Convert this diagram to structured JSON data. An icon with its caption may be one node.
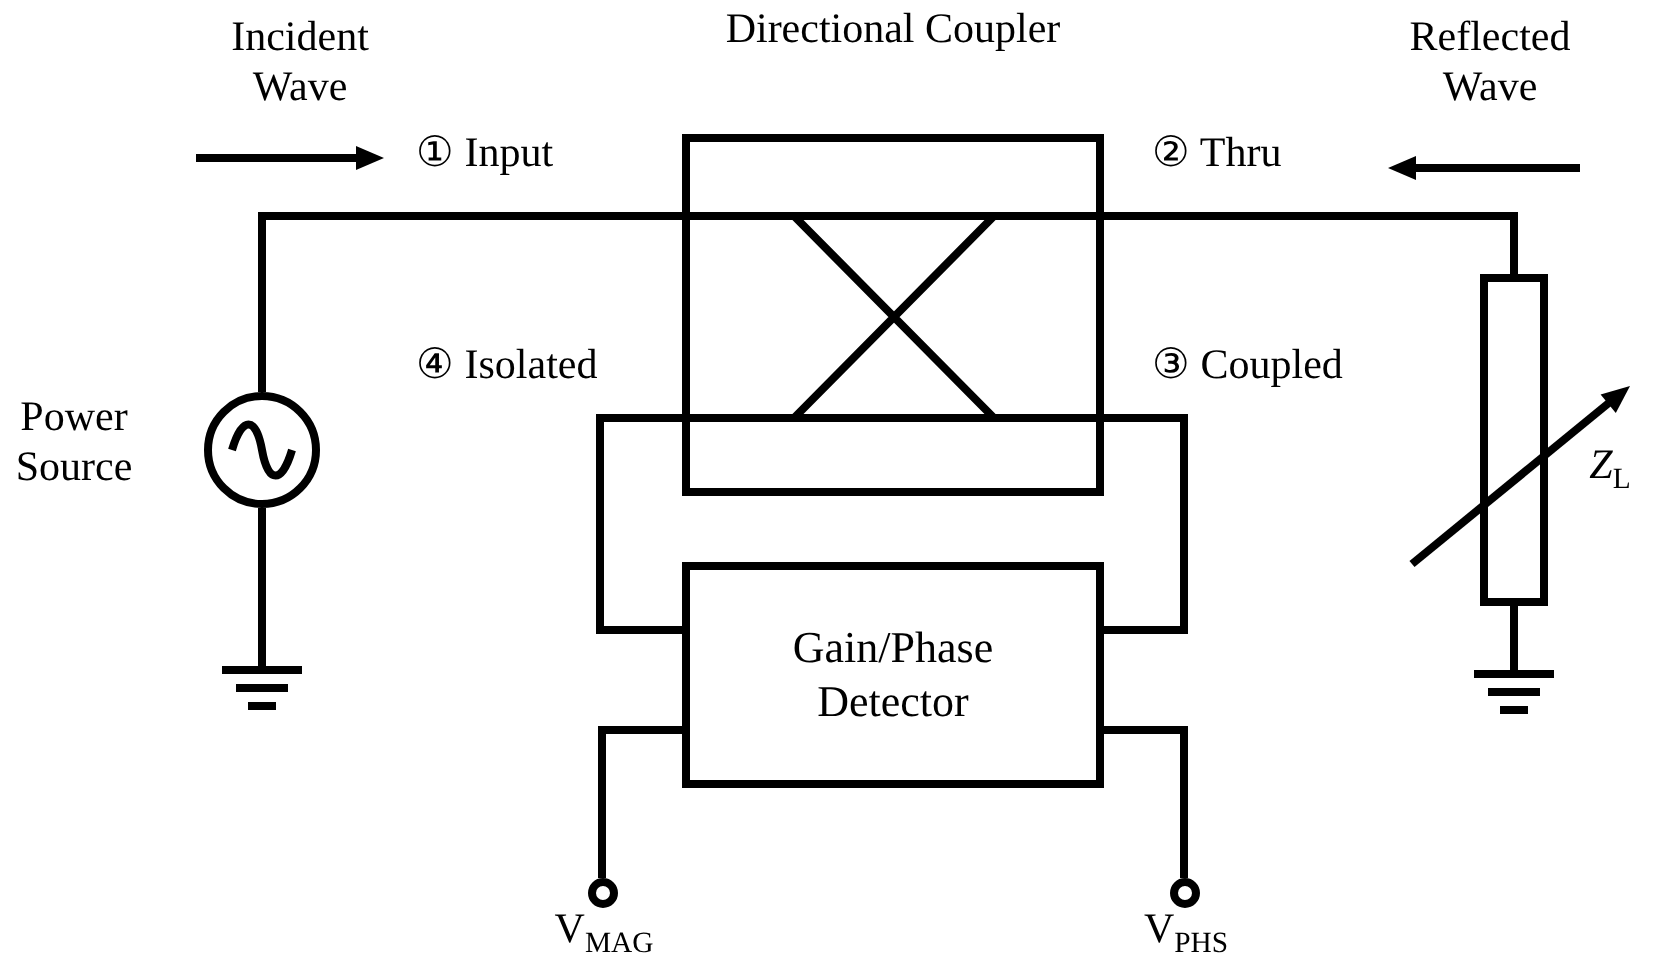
{
  "diagram": {
    "nodes": [
      {
        "text": [
          "Directional Coupler"
        ]
      },
      {
        "text": [
          "Gain/Phase Detector"
        ]
      },
      {
        "text": [],
        "shape": "circle",
        "beside": [
          "Power Source"
        ]
      },
      {
        "text": [],
        "shape": "box",
        "beside": [
          "Z$_{L}$"
        ]
      },
      {
        "text": [],
        "shape": "ground"
      },
      {
        "text": [],
        "shape": "ground"
      },
      {
        "text": [],
        "shape": "circle",
        "beside": [
          "V$_{MAG}$"
        ]
      },
      {
        "text": [],
        "shape": "circle",
        "beside": [
          "V$_{PHS}$"
        ]
      }
    ],
    "edges": [
      {
        "from": 2,
        "to": 0,
        "arrow": "none"
      },
      {
        "from": 0,
        "to": 3,
        "arrow": "none"
      },
      {
        "from": 2,
        "to": 4,
        "arrow": "none"
      },
      {
        "from": 3,
        "to": 5,
        "arrow": "none"
      },
      {
        "from": 0,
        "to": 1,
        "arrow": "none"
      },
      {
        "from": 0,
        "to": 1,
        "arrow": "none"
      },
      {
        "from": 1,
        "to": 6,
        "arrow": "none"
      },
      {
        "from": 1,
        "to": 7,
        "arrow": "none"
      }
    ],
    "labels": [
      "Incident Wave",
      "① Input",
      "② Thru",
      "Reflected Wave",
      "④ Isolated",
      "③ Coupled"
    ]
  }
}
